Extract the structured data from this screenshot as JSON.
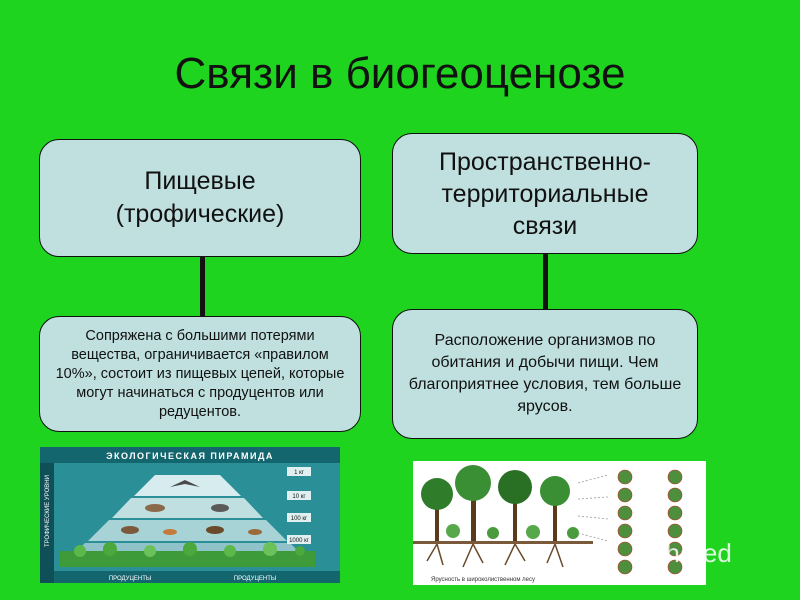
{
  "title": "Связи в биогеоценозе",
  "left": {
    "header": "Пищевые (трофические)",
    "description": "Сопряжена с большими потерями вещества, ограничивается «правилом 10%», состоит из пищевых цепей, которые могут начинаться с продуцентов или редуцентов."
  },
  "right": {
    "header": "Пространственно-территориальные связи",
    "description": "Расположение организмов по обитания и добычи пищи. Чем благоприятнее условия, тем больше ярусов."
  },
  "pyramid_image": {
    "title": "ЭКОЛОГИЧЕСКАЯ ПИРАМИДА",
    "side_label": "ТРОФИЧЕСКИЕ УРОВНИ",
    "weights": [
      "1 кг",
      "10 кг",
      "100 кг",
      "1000 кг"
    ],
    "bottom_labels": [
      "ПРОДУЦЕНТЫ",
      "ПРОДУЦЕНТЫ"
    ]
  },
  "forest_image": {
    "caption": "Ярусность в широколиственном лесу"
  },
  "watermark": "Shared"
}
